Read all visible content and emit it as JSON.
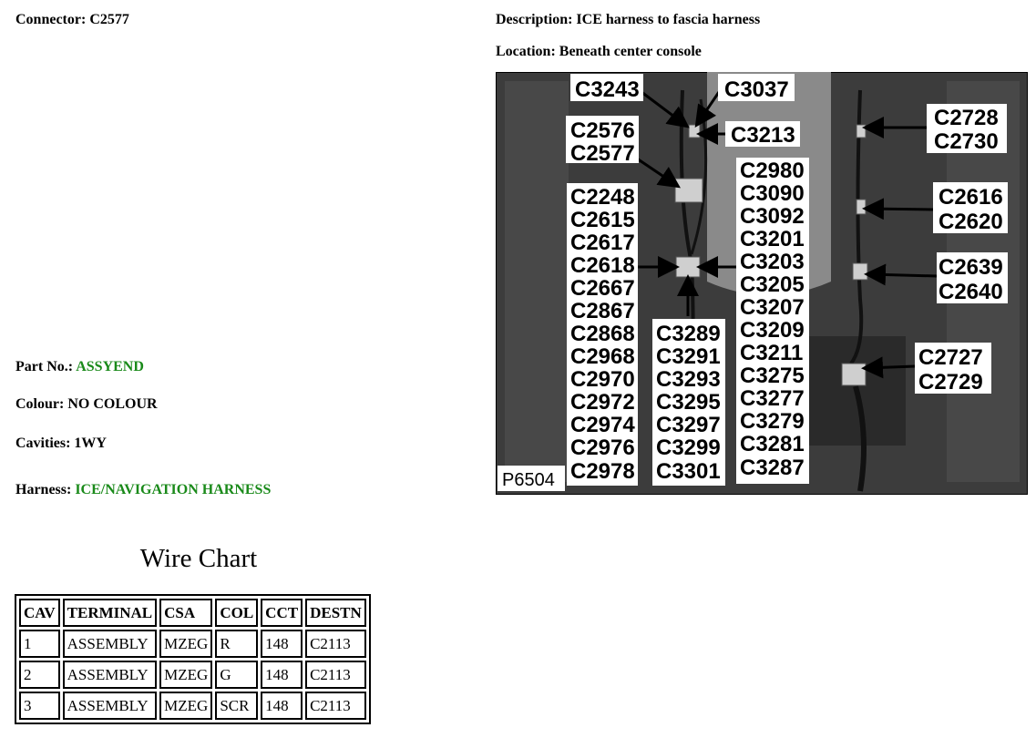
{
  "header": {
    "connector": "Connector: C2577",
    "description": "Description: ICE harness to fascia harness",
    "location": "Location: Beneath center console"
  },
  "info": {
    "part_label": "Part No.:",
    "part_value": "ASSYEND",
    "colour": "Colour: NO COLOUR",
    "cavities": "Cavities: 1WY",
    "harness_label": "Harness:",
    "harness_value": "ICE/NAVIGATION HARNESS"
  },
  "wire_chart": {
    "title": "Wire Chart",
    "columns": [
      "CAV",
      "TERMINAL",
      "CSA",
      "COL",
      "CCT",
      "DESTN"
    ],
    "rows": [
      [
        "1",
        "ASSEMBLY",
        "MZEG",
        "R",
        "148",
        "C2113"
      ],
      [
        "2",
        "ASSEMBLY",
        "MZEG",
        "G",
        "148",
        "C2113"
      ],
      [
        "3",
        "ASSEMBLY",
        "MZEG",
        "SCR",
        "148",
        "C2113"
      ]
    ]
  },
  "photo": {
    "code": "P6504",
    "labels": {
      "top_left": "C3243",
      "top_mid": "C3037",
      "mid_arrow": "C3213",
      "pair_a": [
        "C2576",
        "C2577"
      ],
      "right_a": [
        "C2728",
        "C2730"
      ],
      "right_b": [
        "C2616",
        "C2620"
      ],
      "right_c": [
        "C2639",
        "C2640"
      ],
      "right_d": [
        "C2727",
        "C2729"
      ],
      "left_col": [
        "C2248",
        "C2615",
        "C2617",
        "C2618",
        "C2667",
        "C2867",
        "C2868",
        "C2968",
        "C2970",
        "C2972",
        "C2974",
        "C2976",
        "C2978"
      ],
      "center_col": [
        "C2980",
        "C3090",
        "C3092",
        "C3201",
        "C3203",
        "C3205",
        "C3207",
        "C3209",
        "C3211",
        "C3275",
        "C3277",
        "C3279",
        "C3281",
        "C3287"
      ],
      "bottom_col": [
        "C3289",
        "C3291",
        "C3293",
        "C3295",
        "C3297",
        "C3299",
        "C3301"
      ]
    }
  }
}
